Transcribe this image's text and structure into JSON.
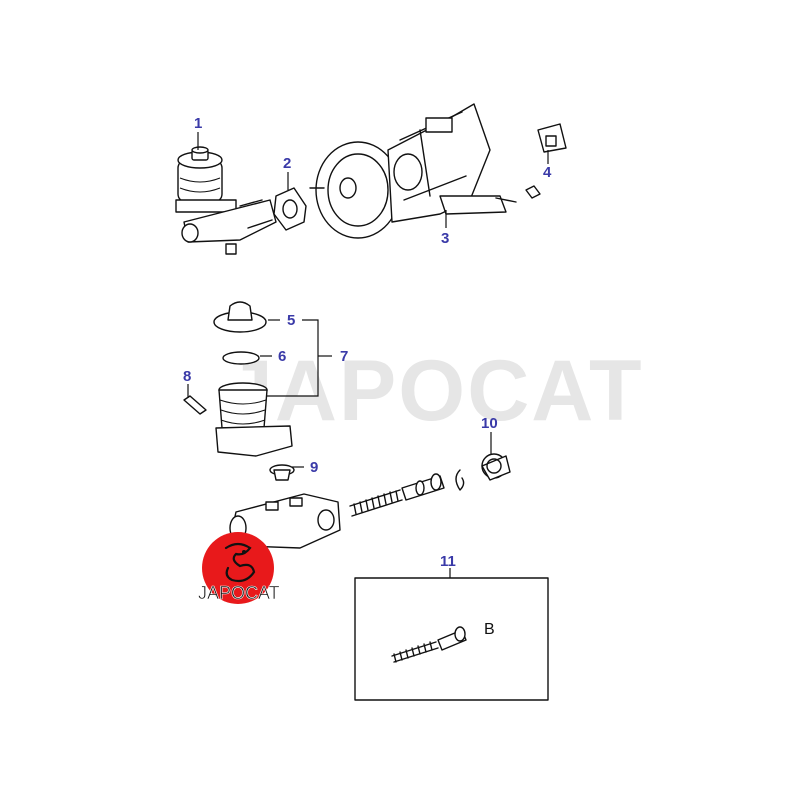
{
  "colors": {
    "callout": "#3a3aa8",
    "watermark": "#e6e6e6",
    "logo_red": "#e8191b",
    "line": "#111111"
  },
  "watermark": {
    "text": "JAPOCAT"
  },
  "logo": {
    "text": "JAPOCAT"
  },
  "callouts": [
    {
      "id": "1",
      "label": "1"
    },
    {
      "id": "2",
      "label": "2"
    },
    {
      "id": "3",
      "label": "3"
    },
    {
      "id": "4",
      "label": "4"
    },
    {
      "id": "5",
      "label": "5"
    },
    {
      "id": "6",
      "label": "6"
    },
    {
      "id": "7",
      "label": "7"
    },
    {
      "id": "8",
      "label": "8"
    },
    {
      "id": "9",
      "label": "9"
    },
    {
      "id": "10",
      "label": "10"
    },
    {
      "id": "11",
      "label": "11"
    }
  ],
  "kit_box": {
    "annotation": "B"
  }
}
